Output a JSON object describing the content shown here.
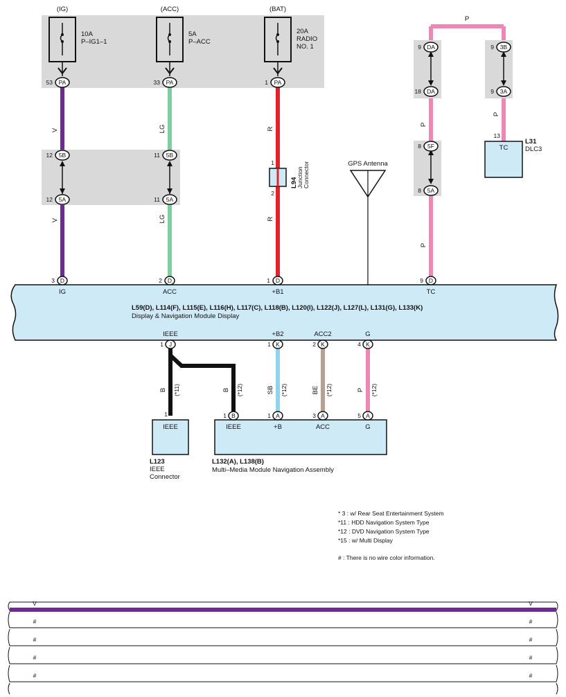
{
  "sources": {
    "ig": {
      "header": "(IG)",
      "rating": "10A",
      "name": "P–IG1–1",
      "pin": "53",
      "conn": "PA"
    },
    "acc": {
      "header": "(ACC)",
      "rating": "5A",
      "name": "P–ACC",
      "pin": "33",
      "conn": "PA"
    },
    "bat": {
      "header": "(BAT)",
      "rating": "20A",
      "name1": "RADIO",
      "name2": "NO. 1",
      "pin": "1",
      "conn": "PA"
    }
  },
  "junction_5b": {
    "ig_pin": "12",
    "acc_pin": "11",
    "conn": "5B"
  },
  "junction_5a": {
    "ig_pin": "12",
    "acc_pin": "11",
    "conn": "5A"
  },
  "wire_colors": {
    "ig": "V",
    "acc": "LG",
    "bat": "R",
    "tc": "P",
    "tc_top": "P",
    "dlc": "P"
  },
  "colors": {
    "violet": "#6a2c8e",
    "light_green": "#7fcfa0",
    "red": "#e3232b",
    "pink": "#ee86b6",
    "black": "#111111",
    "sky_blue": "#8fd3ef",
    "beige": "#b8a091",
    "module_fill": "#cfeaf7",
    "grey_box": "#d9d9d9"
  },
  "l94": {
    "id": "L94",
    "line1": "Junction",
    "line2": "Connector",
    "pin_top": "1",
    "pin_bottom": "2"
  },
  "gps": {
    "label": "GPS Antenna"
  },
  "dlc_chain": {
    "da_top_pin": "9",
    "da_top": "DA",
    "da_bottom_pin": "18",
    "da_bottom": "DA",
    "f5_pin": "8",
    "f5": "5F",
    "a5_pin": "8",
    "a5": "5A",
    "b3_pin": "9",
    "b3": "3B",
    "a3_pin": "9",
    "a3": "3A"
  },
  "l31": {
    "id": "L31",
    "name": "DLC3",
    "pin": "13",
    "terminal": "TC"
  },
  "display_module": {
    "connectors": "L59(D), L114(F), L115(E), L116(H), L117(C), L118(B), L120(I), L122(J), L127(L), L131(G), L133(K)",
    "name": "Display & Navigation Module Display",
    "top_pins": [
      {
        "pin": "3",
        "conn": "D",
        "label": "IG"
      },
      {
        "pin": "2",
        "conn": "D",
        "label": "ACC"
      },
      {
        "pin": "1",
        "conn": "D",
        "label": "+B1"
      },
      {
        "pin": "9",
        "conn": "D",
        "label": "TC"
      }
    ],
    "bottom_pins": [
      {
        "pin": "1",
        "conn": "J",
        "label": "IEEE"
      },
      {
        "pin": "1",
        "conn": "K",
        "label": "+B2"
      },
      {
        "pin": "2",
        "conn": "K",
        "label": "ACC2"
      },
      {
        "pin": "4",
        "conn": "K",
        "label": "G"
      }
    ]
  },
  "lower_wires": [
    {
      "color": "B",
      "note": "(*11)"
    },
    {
      "color": "B",
      "note": "(*12)"
    },
    {
      "color": "SB",
      "note": "(*12)"
    },
    {
      "color": "BE",
      "note": "(*12)"
    },
    {
      "color": "P",
      "note": "(*12)"
    }
  ],
  "l123": {
    "id": "L123",
    "line1": "IEEE",
    "line2": "Connector",
    "pin": "1",
    "terminal": "IEEE"
  },
  "mm_module": {
    "id": "L132(A), L138(B)",
    "name": "Multi–Media Module Navigation Assembly",
    "pins": [
      {
        "pin": "1",
        "conn": "B",
        "label": "IEEE"
      },
      {
        "pin": "1",
        "conn": "A",
        "label": "+B"
      },
      {
        "pin": "3",
        "conn": "A",
        "label": "ACC"
      },
      {
        "pin": "5",
        "conn": "A",
        "label": "G"
      }
    ]
  },
  "notes": [
    "* 3 : w/ Rear Seat Entertainment System",
    "*11 : HDD Navigation System Type",
    "*12 : DVD Navigation System Type",
    "*15 : w/ Multi Display",
    "# : There is no wire color information."
  ],
  "strip": {
    "rows": [
      {
        "left": "V",
        "right": "V"
      },
      {
        "left": "#",
        "right": "#"
      },
      {
        "left": "#",
        "right": "#"
      },
      {
        "left": "#",
        "right": "#"
      },
      {
        "left": "#",
        "right": "#"
      }
    ]
  }
}
